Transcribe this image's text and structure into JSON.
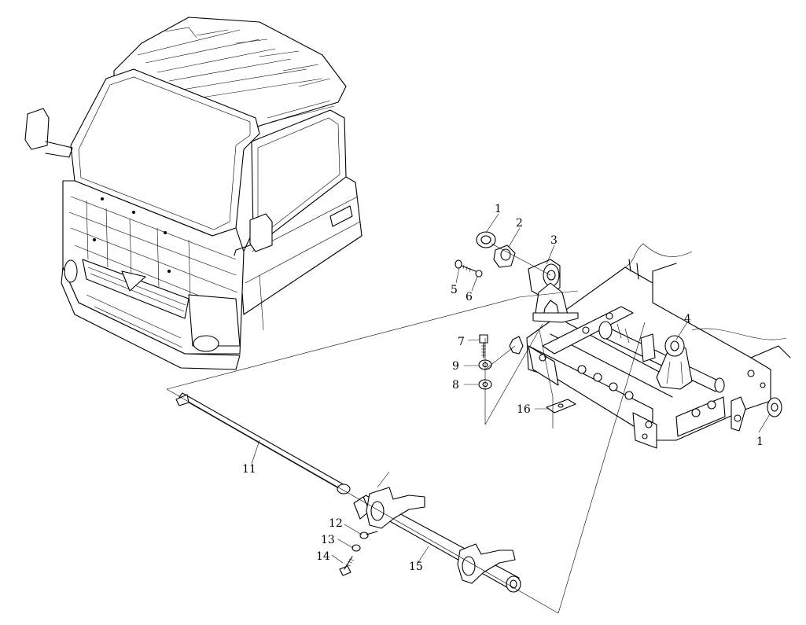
{
  "diagram": {
    "callouts": [
      {
        "id": "c1a",
        "text": "1"
      },
      {
        "id": "c2",
        "text": "2"
      },
      {
        "id": "c3",
        "text": "3"
      },
      {
        "id": "c4",
        "text": "4"
      },
      {
        "id": "c5",
        "text": "5"
      },
      {
        "id": "c6",
        "text": "6"
      },
      {
        "id": "c7",
        "text": "7"
      },
      {
        "id": "c9",
        "text": "9"
      },
      {
        "id": "c8",
        "text": "8"
      },
      {
        "id": "c16",
        "text": "16"
      },
      {
        "id": "c1b",
        "text": "1"
      },
      {
        "id": "c11",
        "text": "11"
      },
      {
        "id": "c12",
        "text": "12"
      },
      {
        "id": "c13",
        "text": "13"
      },
      {
        "id": "c14",
        "text": "14"
      },
      {
        "id": "c15",
        "text": "15"
      }
    ]
  }
}
